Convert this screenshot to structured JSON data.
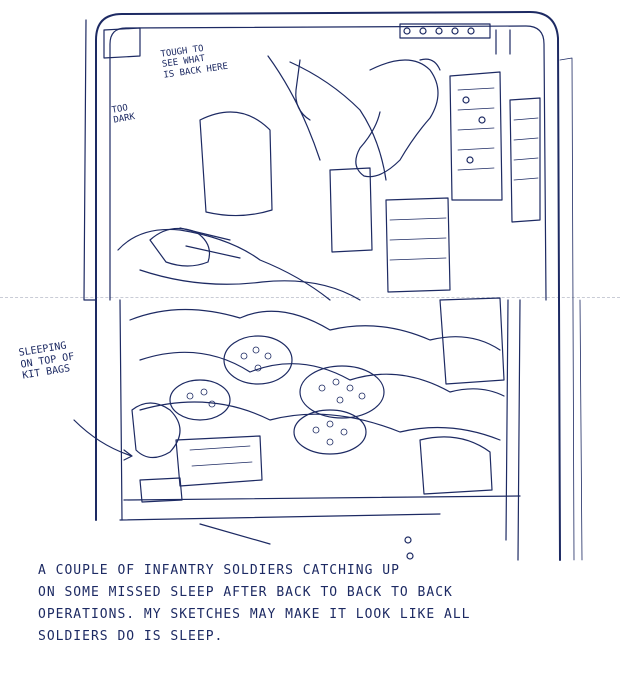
{
  "sketch": {
    "annotations": {
      "tough_to_see": [
        "TOUGH TO",
        "SEE WHAT",
        "IS BACK HERE"
      ],
      "too_dark": [
        "TOO",
        "DARK"
      ],
      "sleeping": [
        "SLEEPING",
        "ON TOP OF",
        "KIT BAGS"
      ]
    },
    "caption_lines": [
      "A COUPLE OF INFANTRY SOLDIERS CATCHING UP",
      "ON SOME MISSED SLEEP AFTER BACK TO BACK TO BACK",
      "OPERATIONS. MY SKETCHES MAY MAKE IT LOOK LIKE ALL",
      "SOLDIERS DO IS SLEEP."
    ],
    "ink_color": "#1d2a63"
  }
}
